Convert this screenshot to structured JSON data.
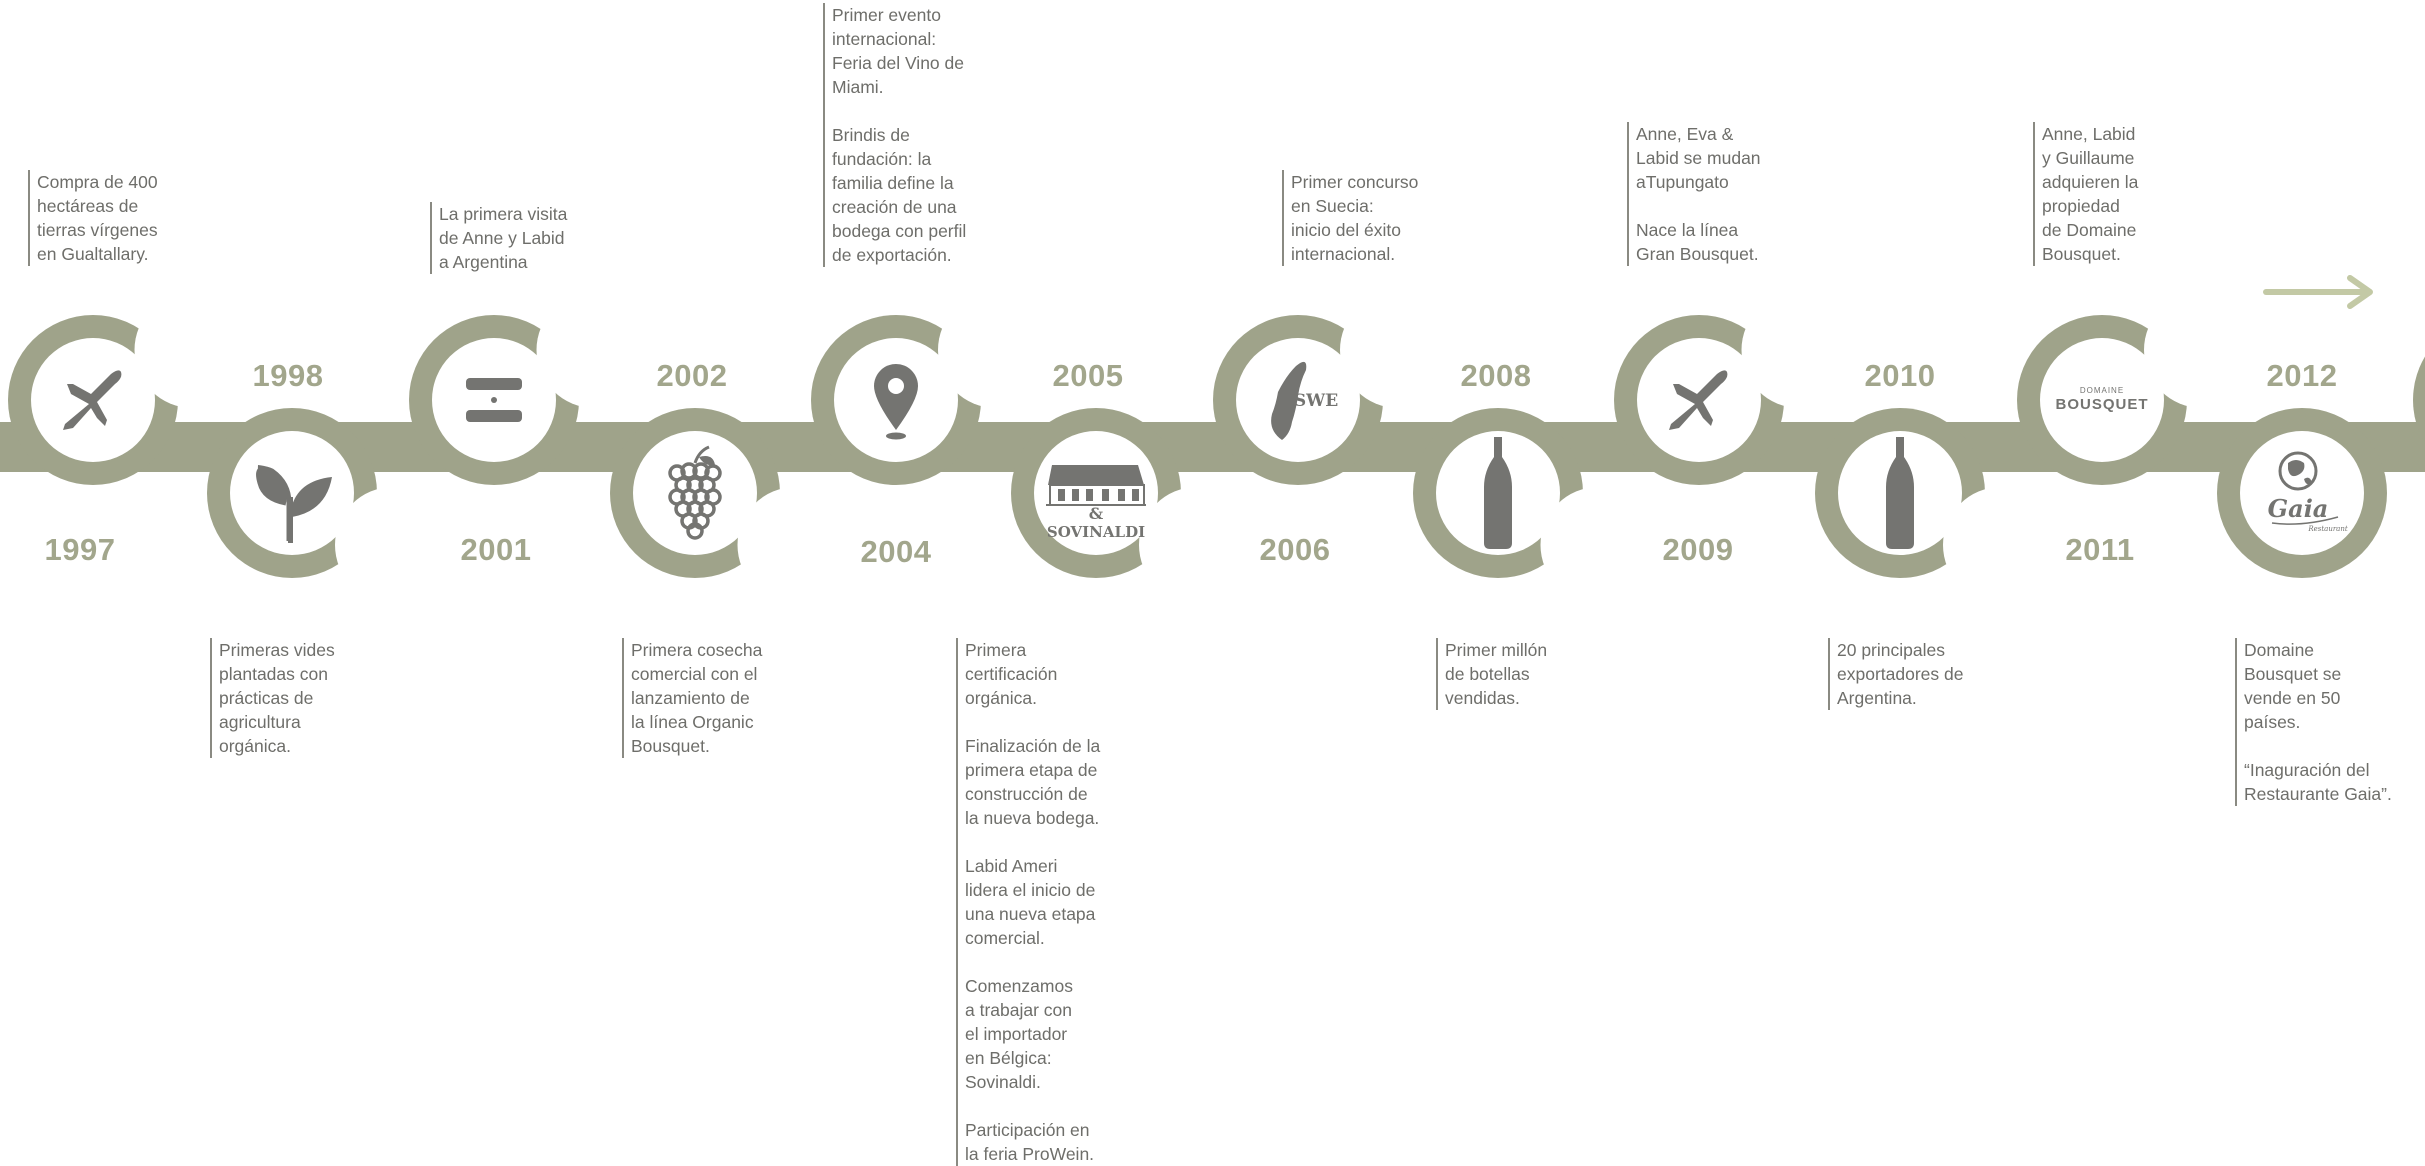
{
  "colors": {
    "band": "#9fa38a",
    "icon": "#747471",
    "year": "#a2a68c",
    "text": "#6e6e6a",
    "arrow": "#c3c9a5"
  },
  "milestones": [
    {
      "year": "1997",
      "icon": "airplane-icon",
      "note": [
        [
          "Compra de 400",
          "hectáreas de",
          "tierras vírgenes",
          "en Gualtallary."
        ]
      ]
    },
    {
      "year": "1998",
      "icon": "plant-sprout-icon",
      "note": [
        [
          "Primeras vides",
          "plantadas con",
          "prácticas de",
          "agricultura",
          "orgánica."
        ]
      ]
    },
    {
      "year": "2001",
      "icon": "argentina-flag-icon",
      "note": [
        [
          "La primera visita",
          "de Anne y Labid",
          "a Argentina"
        ]
      ]
    },
    {
      "year": "2002",
      "icon": "grapes-icon",
      "note": [
        [
          "Primera cosecha",
          "comercial con el",
          "lanzamiento de",
          "la línea Organic",
          "Bousquet."
        ]
      ]
    },
    {
      "year": "2004",
      "icon": "location-pin-icon",
      "note": [
        [
          "Primer evento",
          "internacional:",
          "Feria del Vino de",
          "Miami."
        ],
        [
          "Brindis de",
          "fundación: la",
          "familia define la",
          "creación de una",
          "bodega con perfil",
          "de exportación."
        ]
      ]
    },
    {
      "year": "2005",
      "icon": "winery-building-icon",
      "icon_text": [
        "&",
        "SOVINALDI"
      ],
      "note": [
        [
          "Primera",
          "certificación",
          "orgánica."
        ],
        [
          "Finalización de la",
          "primera etapa de",
          "construcción de",
          "la nueva bodega."
        ],
        [
          "Labid Ameri",
          "lidera el inicio de",
          "una nueva etapa",
          "comercial."
        ],
        [
          "Comenzamos",
          "a trabajar con",
          "el importador",
          "en Bélgica:",
          "Sovinaldi."
        ],
        [
          "Participación en",
          "la feria ProWein."
        ]
      ]
    },
    {
      "year": "2006",
      "icon": "sweden-map-icon",
      "icon_text": [
        "SWE"
      ],
      "note": [
        [
          "Primer concurso",
          "en Suecia:",
          "inicio del éxito",
          "internacional."
        ]
      ]
    },
    {
      "year": "2008",
      "icon": "wine-bottle-icon",
      "note": [
        [
          "Primer millón",
          "de botellas",
          "vendidas."
        ]
      ]
    },
    {
      "year": "2009",
      "icon": "airplane-icon",
      "note": [
        [
          "Anne, Eva &",
          "Labid se mudan",
          "aTupungato"
        ],
        [
          "Nace la línea",
          "Gran Bousquet."
        ]
      ]
    },
    {
      "year": "2010",
      "icon": "wine-bottle-icon",
      "note": [
        [
          "20 principales",
          "exportadores de",
          "Argentina."
        ]
      ]
    },
    {
      "year": "2011",
      "icon": "domaine-bousquet-logo-icon",
      "icon_text": [
        "DOMAINE",
        "BOUSQUET"
      ],
      "note": [
        [
          "Anne, Labid",
          "y Guillaume",
          "adquieren la",
          "propiedad",
          "de Domaine",
          "Bousquet."
        ]
      ]
    },
    {
      "year": "2012",
      "icon": "gaia-restaurant-logo-icon",
      "icon_text": [
        "Gaia",
        "Restaurant"
      ],
      "note": [
        [
          "Domaine",
          "Bousquet se",
          "vende en 50",
          "países."
        ],
        [
          "“Inaguración del",
          "Restaurante Gaia”."
        ]
      ]
    }
  ]
}
